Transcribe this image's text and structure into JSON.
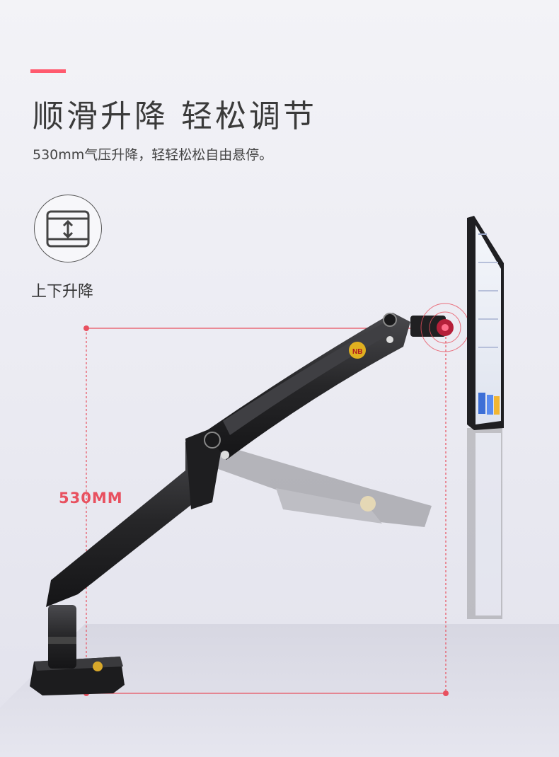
{
  "header": {
    "title": "顺滑升降 轻松调节",
    "subtitle": "530mm气压升降，轻轻松松自由悬停。"
  },
  "feature": {
    "icon": "up-down-arrow-icon",
    "label": "上下升降"
  },
  "dimension": {
    "label": "530MM"
  },
  "colors": {
    "accent": "#ff5a6e",
    "dimension_line": "#e8505f",
    "arm": "#2a2a2c",
    "text": "#333333"
  }
}
